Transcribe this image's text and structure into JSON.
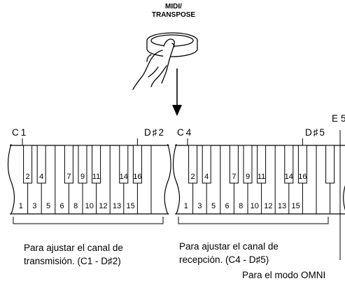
{
  "button": {
    "line1": "MIDI/",
    "line2": "TRANSPOSE",
    "icon": "hand-pressing-button-icon"
  },
  "keyboard_left": {
    "start_label": "C1",
    "end_label": "D♯2",
    "black_numbers": [
      "2",
      "4",
      "7",
      "9",
      "11",
      "14",
      "16"
    ],
    "white_numbers": [
      "1",
      "3",
      "5",
      "6",
      "8",
      "10",
      "12",
      "13",
      "15"
    ],
    "caption_line1": "Para ajustar el canal de",
    "caption_line2": "transmisión. (C1 - D♯2)"
  },
  "keyboard_right": {
    "start_label": "C4",
    "end_label": "D♯5",
    "omni_key_label": "E5",
    "black_numbers": [
      "2",
      "4",
      "7",
      "9",
      "11",
      "14",
      "16"
    ],
    "white_numbers": [
      "1",
      "3",
      "5",
      "6",
      "8",
      "10",
      "12",
      "13",
      "15"
    ],
    "caption_line1": "Para ajustar el canal de",
    "caption_line2": "recepción. (C4 - D♯5)"
  },
  "omni_caption": "Para el modo OMNI"
}
